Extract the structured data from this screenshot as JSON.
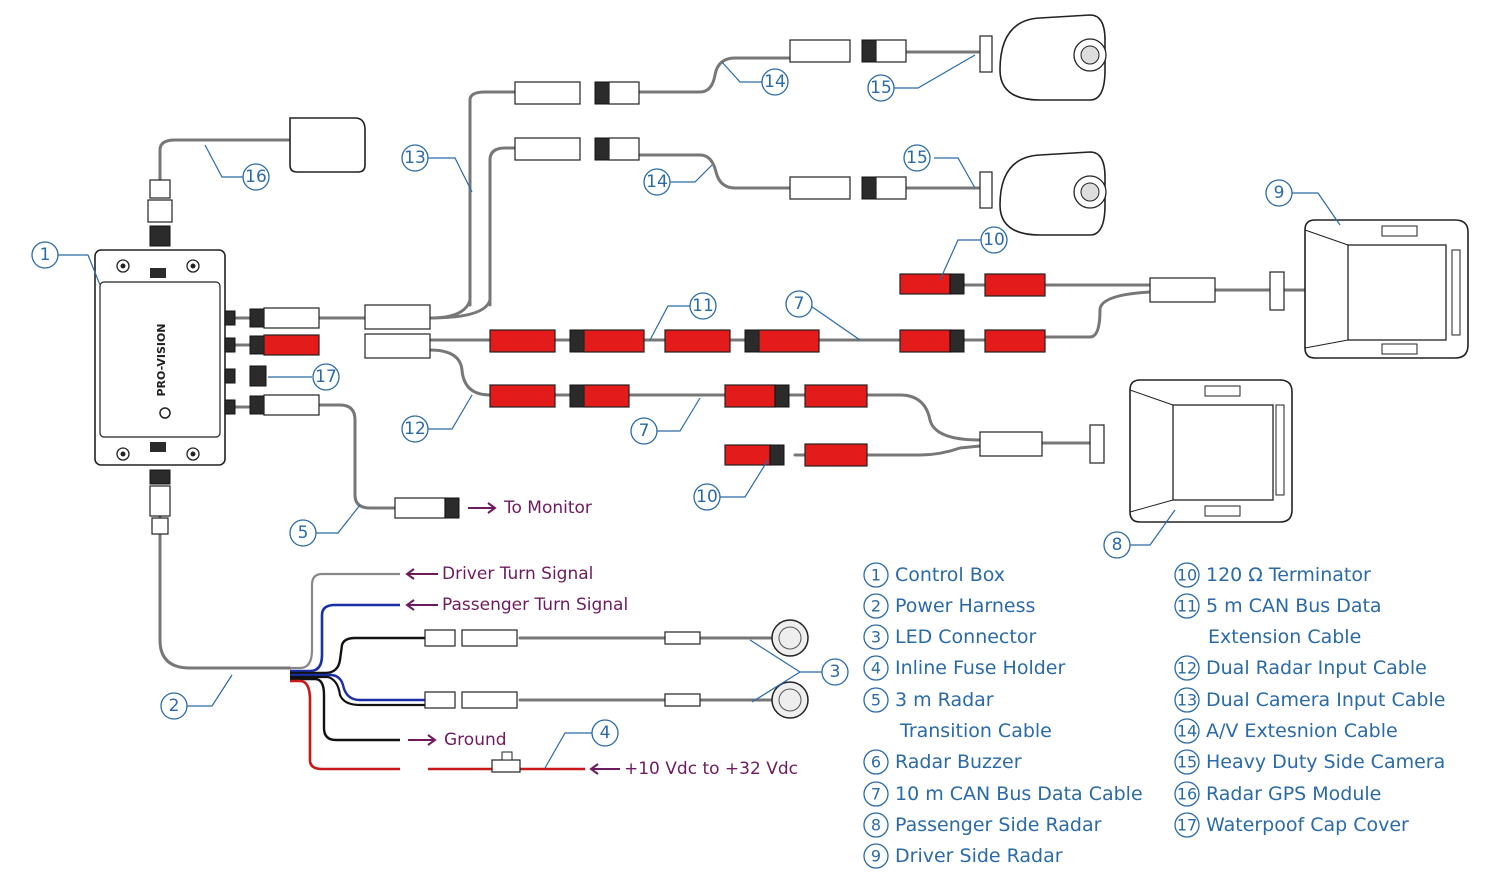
{
  "brand": "PRO-VISION",
  "colors": {
    "callout": "#2a6aa8",
    "signal_text": "#6e1a5e",
    "connector_red": "#e41b1b",
    "wire_blue": "#1a2ea6",
    "wire_red": "#c81818",
    "wire_black": "#111111"
  },
  "callouts": [
    {
      "id": "c1",
      "num": "1"
    },
    {
      "id": "c2",
      "num": "2"
    },
    {
      "id": "c3",
      "num": "3"
    },
    {
      "id": "c4",
      "num": "4"
    },
    {
      "id": "c5",
      "num": "5"
    },
    {
      "id": "c7a",
      "num": "7"
    },
    {
      "id": "c7b",
      "num": "7"
    },
    {
      "id": "c8",
      "num": "8"
    },
    {
      "id": "c9",
      "num": "9"
    },
    {
      "id": "c10a",
      "num": "10"
    },
    {
      "id": "c10b",
      "num": "10"
    },
    {
      "id": "c11",
      "num": "11"
    },
    {
      "id": "c12",
      "num": "12"
    },
    {
      "id": "c13",
      "num": "13"
    },
    {
      "id": "c14a",
      "num": "14"
    },
    {
      "id": "c14b",
      "num": "14"
    },
    {
      "id": "c15a",
      "num": "15"
    },
    {
      "id": "c15b",
      "num": "15"
    },
    {
      "id": "c16",
      "num": "16"
    },
    {
      "id": "c17",
      "num": "17"
    }
  ],
  "signals": {
    "to_monitor": "To Monitor",
    "driver_turn": "Driver Turn Signal",
    "passenger_turn": "Passenger Turn Signal",
    "ground": "Ground",
    "power": "+10 Vdc to +32 Vdc"
  },
  "legend_left": [
    {
      "num": "1",
      "label": "Control Box"
    },
    {
      "num": "2",
      "label": "Power Harness"
    },
    {
      "num": "3",
      "label": " LED Connector"
    },
    {
      "num": "4",
      "label": " Inline Fuse Holder"
    },
    {
      "num": "5",
      "label": "3 m Radar"
    },
    {
      "num": "",
      "label": "Transition Cable"
    },
    {
      "num": "6",
      "label": "Radar Buzzer"
    },
    {
      "num": "7",
      "label": " 10 m CAN Bus Data Cable"
    },
    {
      "num": "8",
      "label": "Passenger Side Radar"
    },
    {
      "num": "9",
      "label": "Driver Side Radar"
    }
  ],
  "legend_right": [
    {
      "num": "10",
      "label": "120 Ω Terminator"
    },
    {
      "num": "11",
      "label": "5 m CAN Bus Data"
    },
    {
      "num": "",
      "label": "Extension Cable"
    },
    {
      "num": "12",
      "label": "Dual Radar Input Cable"
    },
    {
      "num": "13",
      "label": "Dual Camera Input Cable"
    },
    {
      "num": "14",
      "label": "A/V Extesnion Cable"
    },
    {
      "num": "15",
      "label": "Heavy Duty Side Camera"
    },
    {
      "num": "16",
      "label": "Radar GPS Module"
    },
    {
      "num": "17",
      "label": "Waterpoof Cap Cover"
    }
  ]
}
